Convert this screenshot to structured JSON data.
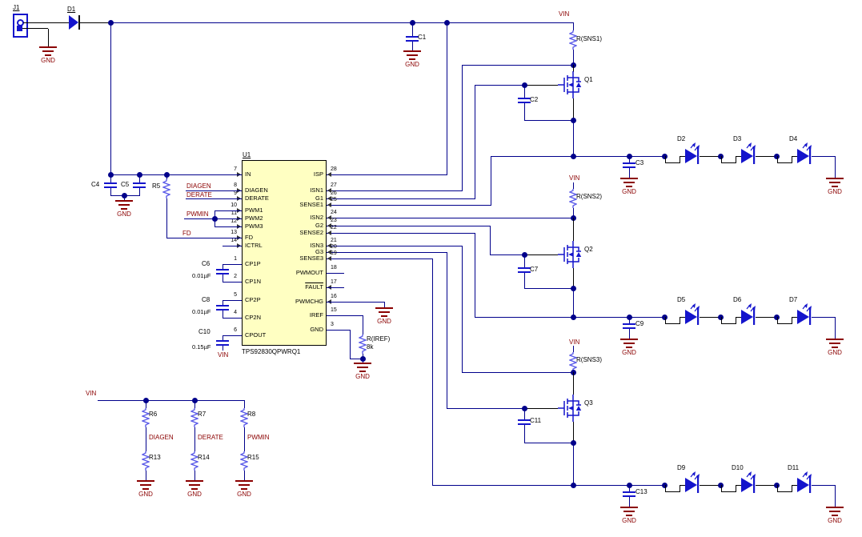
{
  "colors": {
    "wire": "#00008B",
    "component": "#1414CC",
    "ground": "#8B0000",
    "ic_fill": "#FFFFC2"
  },
  "nets": {
    "vin": "VIN",
    "gnd": "GND",
    "diagen": "DIAGEN",
    "derate": "DERATE",
    "pwmin": "PWMIN",
    "fd": "FD"
  },
  "input": {
    "connector": "J1",
    "diode": "D1"
  },
  "ic": {
    "ref": "U1",
    "part": "TPS92830QPWRQ1",
    "left_pins": [
      {
        "num": "7",
        "name": "IN"
      },
      {
        "num": "8",
        "name": "DIAGEN"
      },
      {
        "num": "9",
        "name": "DERATE"
      },
      {
        "num": "10",
        "name": "PWM1"
      },
      {
        "num": "11",
        "name": "PWM2"
      },
      {
        "num": "12",
        "name": "PWM3"
      },
      {
        "num": "13",
        "name": "FD"
      },
      {
        "num": "14",
        "name": "ICTRL"
      },
      {
        "num": "1",
        "name": "CP1P"
      },
      {
        "num": "2",
        "name": "CP1N"
      },
      {
        "num": "5",
        "name": "CP2P"
      },
      {
        "num": "4",
        "name": "CP2N"
      },
      {
        "num": "6",
        "name": "CPOUT"
      }
    ],
    "right_pins": [
      {
        "num": "28",
        "name": "ISP"
      },
      {
        "num": "27",
        "name": "ISN1"
      },
      {
        "num": "26",
        "name": "G1"
      },
      {
        "num": "25",
        "name": "SENSE1"
      },
      {
        "num": "24",
        "name": "ISN2"
      },
      {
        "num": "23",
        "name": "G2"
      },
      {
        "num": "22",
        "name": "SENSE2"
      },
      {
        "num": "21",
        "name": "ISN3"
      },
      {
        "num": "20",
        "name": "G3"
      },
      {
        "num": "19",
        "name": "SENSE3"
      },
      {
        "num": "18",
        "name": "PWMOUT"
      },
      {
        "num": "17",
        "name": "FAULT"
      },
      {
        "num": "16",
        "name": "PWMCHG"
      },
      {
        "num": "15",
        "name": "IREF"
      },
      {
        "num": "3",
        "name": "GND"
      }
    ]
  },
  "caps": {
    "c1": "C1",
    "c2": "C2",
    "c3": "C3",
    "c4": "C4",
    "c5": "C5",
    "c6": "C6",
    "c6_val": "0.01µF",
    "c7": "C7",
    "c8": "C8",
    "c8_val": "0.01µF",
    "c9": "C9",
    "c10": "C10",
    "c10_val": "0.15µF",
    "c11": "C11",
    "c13": "C13"
  },
  "resistors": {
    "r5": "R5",
    "r6": "R6",
    "r7": "R7",
    "r8": "R8",
    "r13": "R13",
    "r14": "R14",
    "r15": "R15",
    "rsns1": "R(SNS1)",
    "rsns2": "R(SNS2)",
    "rsns3": "R(SNS3)",
    "riref": "R(IREF)",
    "riref_val": "8k"
  },
  "transistors": {
    "q1": "Q1",
    "q2": "Q2",
    "q3": "Q3"
  },
  "leds": {
    "d2": "D2",
    "d3": "D3",
    "d4": "D4",
    "d5": "D5",
    "d6": "D6",
    "d7": "D7",
    "d9": "D9",
    "d10": "D10",
    "d11": "D11"
  }
}
